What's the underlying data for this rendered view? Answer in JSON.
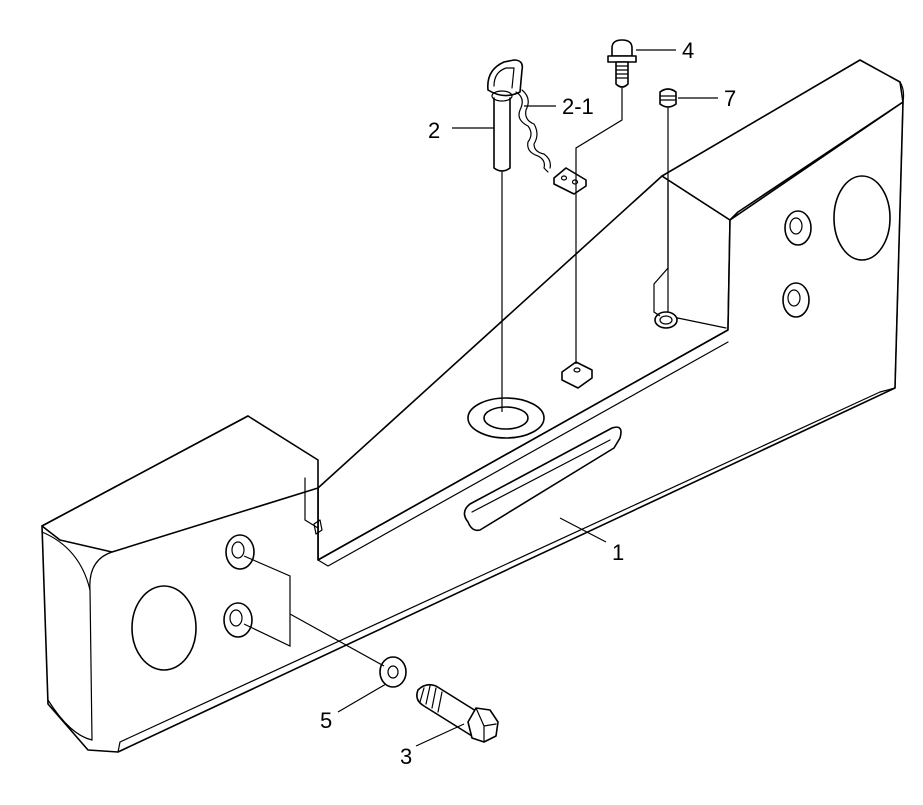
{
  "callouts": {
    "c1": "1",
    "c2": "2",
    "c2_1": "2-1",
    "c3": "3",
    "c4": "4",
    "c5": "5",
    "c7": "7"
  },
  "colors": {
    "line": "#000000",
    "background": "#ffffff"
  }
}
